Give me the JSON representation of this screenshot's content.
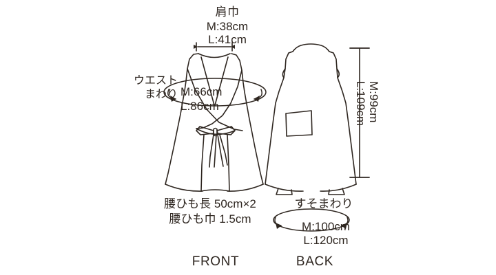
{
  "page": {
    "title": "エプロンドレス 寸法図",
    "background_color": "#ffffff",
    "line_color": "#2e2620",
    "text_color": "#2e2620"
  },
  "measurements": {
    "shoulder": {
      "label": "肩巾",
      "m": "M:38cm",
      "l": "L:41cm"
    },
    "waist": {
      "label": "ウエスト\nまわり",
      "m": "M:66cm",
      "l": "L:86cm"
    },
    "length": {
      "m": "M:99cm",
      "l": "L:109cm"
    },
    "hem": {
      "label": "すそまわり",
      "m": "M:100cm",
      "l": "L:120cm"
    },
    "waist_string": {
      "length": "腰ひも長 50cm×2",
      "width": "腰ひも巾 1.5cm"
    }
  },
  "views": {
    "front": {
      "caption": "FRONT",
      "icon": "apron-front-icon"
    },
    "back": {
      "caption": "BACK",
      "icon": "apron-back-icon"
    }
  },
  "annotations": {
    "shoulder_dimension_line": "double-arrow-horizontal-icon",
    "waist_ellipse": "waist-circumference-ellipse-icon",
    "hem_ellipse": "hem-circumference-ellipse-icon",
    "length_dimension_line": "dimension-line-vertical-icon"
  }
}
